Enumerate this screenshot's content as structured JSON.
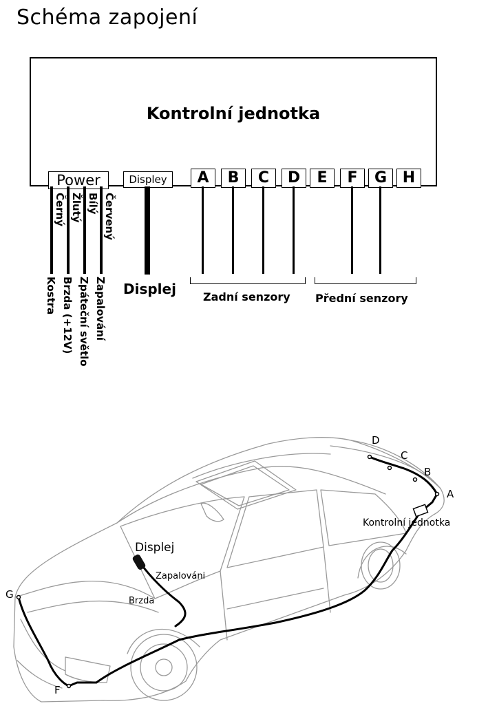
{
  "title": "Schéma zapojení",
  "control_unit": {
    "label": "Kontrolní jednotka"
  },
  "ports": {
    "power": "Power",
    "displey": "Displey",
    "sensors": [
      "A",
      "B",
      "C",
      "D",
      "E",
      "F",
      "G",
      "H"
    ]
  },
  "power_wires": [
    {
      "color": "Černý",
      "function": "Kostra"
    },
    {
      "color": "Žlutý",
      "function": "Brzda (+12V)"
    },
    {
      "color": "Bílý",
      "function": "Zpáteční světlo"
    },
    {
      "color": "Červený",
      "function": "Zapalování"
    }
  ],
  "display_label": "Displej",
  "groups": {
    "rear": "Zadní senzory",
    "front": "Přední senzory"
  },
  "car": {
    "sensor_labels": [
      "D",
      "C",
      "B",
      "A",
      "G",
      "F"
    ],
    "unit_label": "Kontrolní jednotka",
    "display_label": "Displej",
    "ignition_label": "Zapalováni",
    "brake_label": "Brzda"
  }
}
